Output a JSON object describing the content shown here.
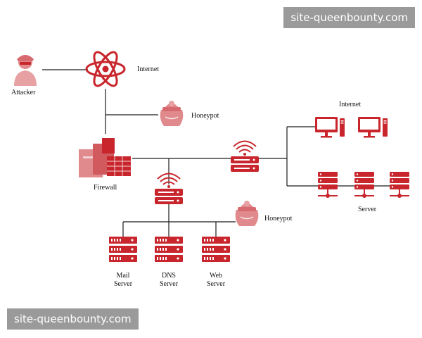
{
  "colors": {
    "accent": "#c8262c",
    "accent_light": "#e08a8d",
    "line": "#1a1a1a",
    "watermark_bg": "#9a9a9a",
    "watermark_text": "#ffffff"
  },
  "watermarks": {
    "top": "site-queenbounty.com",
    "bottom": "site-queenbounty.com"
  },
  "nodes": {
    "attacker": {
      "label": "Attacker",
      "icon": "hacker-icon"
    },
    "internet_top": {
      "label": "Internet",
      "icon": "atom-network-icon"
    },
    "honeypot_top": {
      "label": "Honeypot",
      "icon": "honey-pot-icon"
    },
    "firewall": {
      "label": "Firewall",
      "icon": "firewall-icon"
    },
    "router_left": {
      "icon": "wifi-router-icon"
    },
    "router_right": {
      "icon": "wifi-router-icon"
    },
    "honeypot_bottom": {
      "label": "Honeypot",
      "icon": "honey-pot-icon"
    },
    "mail_server": {
      "label_line1": "Mail",
      "label_line2": "Server",
      "icon": "server-rack-icon"
    },
    "dns_server": {
      "label_line1": "DNS",
      "label_line2": "Server",
      "icon": "server-rack-icon"
    },
    "web_server": {
      "label_line1": "Web",
      "label_line2": "Server",
      "icon": "server-rack-icon"
    },
    "internet_right": {
      "label": "Internet",
      "icon": "desktop-monitor-icon"
    },
    "server_group": {
      "label": "Server",
      "icon": "network-server-icon"
    }
  }
}
